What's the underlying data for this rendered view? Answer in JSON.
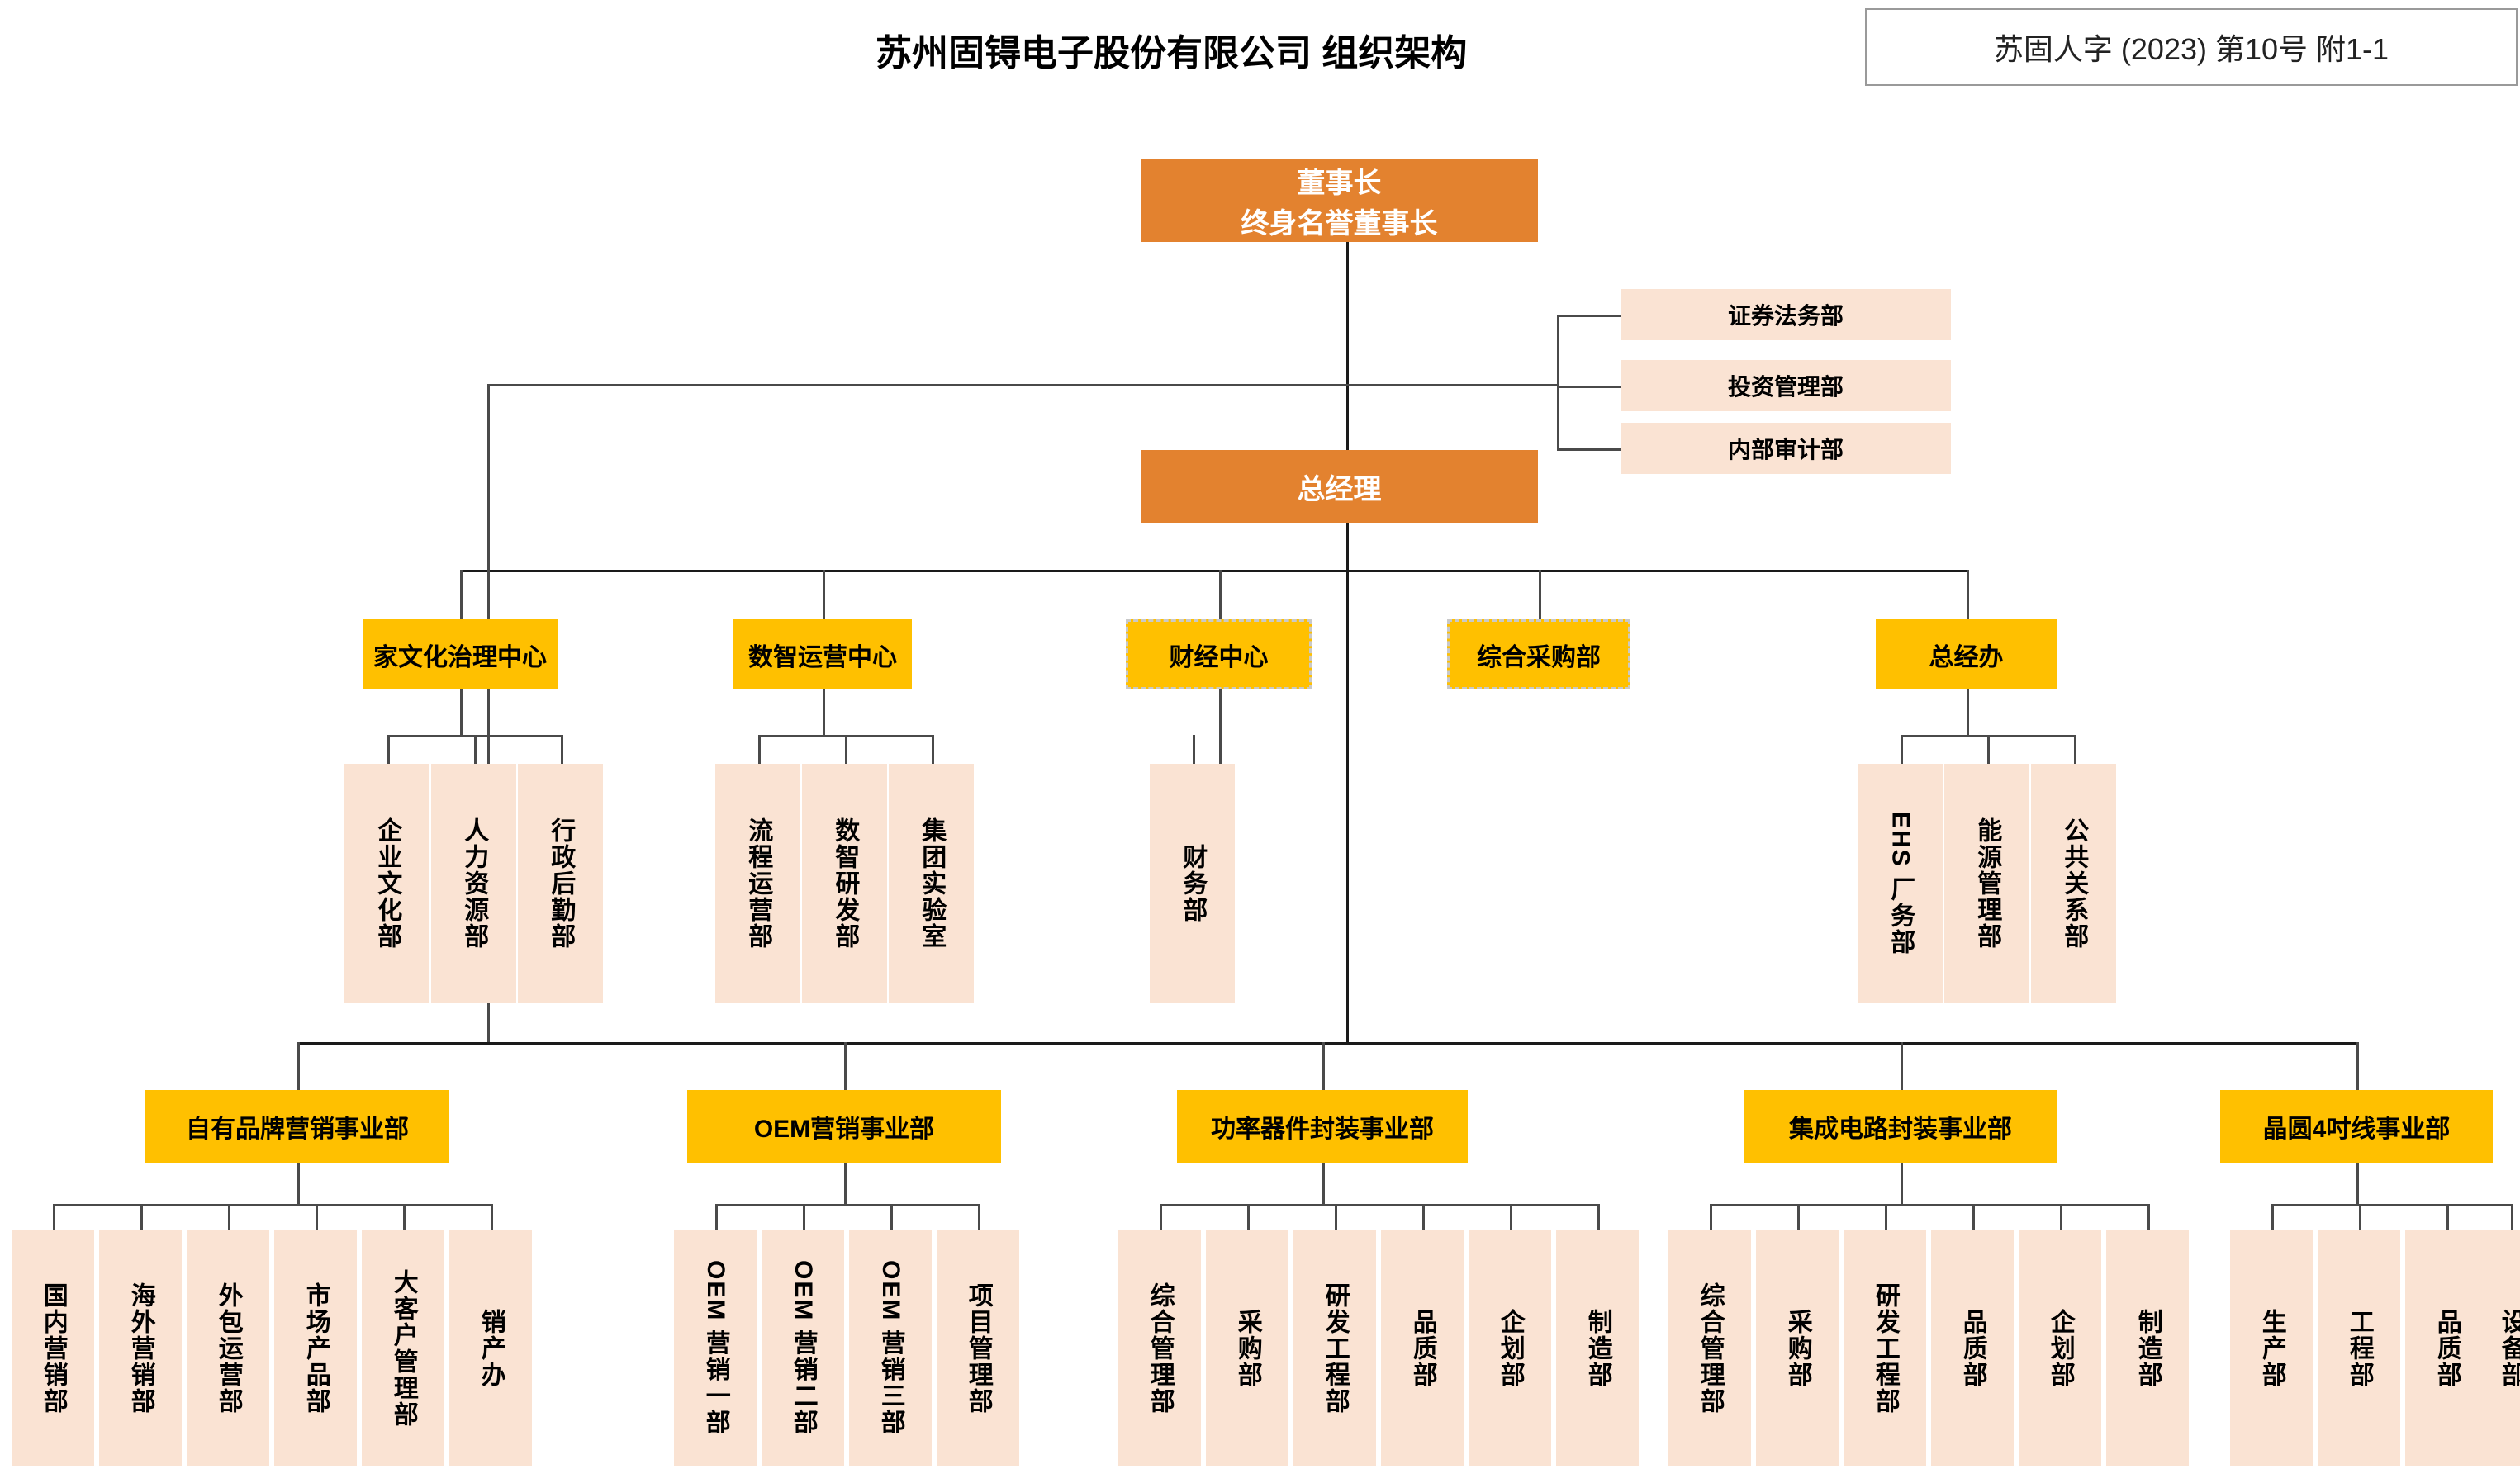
{
  "header": {
    "title": "苏州固锝电子股份有限公司 组织架构",
    "doc_ref": "苏固人字 (2023) 第10号 附1-1"
  },
  "colors": {
    "executive": "#E3822F",
    "center": "#FFC000",
    "department": "#FAE3D3",
    "connector": "#1a1a1a",
    "selection_border": "#c9c9c9"
  },
  "executives": {
    "chairman_line1": "董事长",
    "chairman_line2": "终身名誉董事长",
    "general_manager": "总经理"
  },
  "board_staff": [
    {
      "label": "证券法务部"
    },
    {
      "label": "投资管理部"
    },
    {
      "label": "内部审计部"
    }
  ],
  "centers": [
    {
      "label": "家文化治理中心",
      "selected": false,
      "departments": [
        {
          "label": "企业文化部"
        },
        {
          "label": "人力资源部"
        },
        {
          "label": "行政后勤部"
        }
      ]
    },
    {
      "label": "数智运营中心",
      "selected": false,
      "departments": [
        {
          "label": "流程运营部"
        },
        {
          "label": "数智研发部"
        },
        {
          "label": "集团实验室"
        }
      ]
    },
    {
      "label": "财经中心",
      "selected": true,
      "departments": [
        {
          "label": "财务部"
        }
      ]
    },
    {
      "label": "综合采购部",
      "selected": true,
      "departments": []
    },
    {
      "label": "总经办",
      "selected": false,
      "departments": [
        {
          "label": "EHS 厂务部"
        },
        {
          "label": "能源管理部"
        },
        {
          "label": "公共关系部"
        }
      ]
    }
  ],
  "business_units": [
    {
      "label": "自有品牌营销事业部",
      "departments": [
        {
          "label": "国内营销部"
        },
        {
          "label": "海外营销部"
        },
        {
          "label": "外包运营部"
        },
        {
          "label": "市场产品部"
        },
        {
          "label": "大客户管理部"
        },
        {
          "label": "销产办"
        }
      ]
    },
    {
      "label": "OEM营销事业部",
      "departments": [
        {
          "label": "OEM 营销一部"
        },
        {
          "label": "OEM 营销二部"
        },
        {
          "label": "OEM 营销三部"
        },
        {
          "label": "项目管理部"
        }
      ]
    },
    {
      "label": "功率器件封装事业部",
      "departments": [
        {
          "label": "综合管理部"
        },
        {
          "label": "采购部"
        },
        {
          "label": "研发工程部"
        },
        {
          "label": "品质部"
        },
        {
          "label": "企划部"
        },
        {
          "label": "制造部"
        }
      ]
    },
    {
      "label": "集成电路封装事业部",
      "departments": [
        {
          "label": "综合管理部"
        },
        {
          "label": "采购部"
        },
        {
          "label": "研发工程部"
        },
        {
          "label": "品质部"
        },
        {
          "label": "企划部"
        },
        {
          "label": "制造部"
        }
      ]
    },
    {
      "label": "晶圆4吋线事业部",
      "departments": [
        {
          "label": "生产部"
        },
        {
          "label": "工程部"
        },
        {
          "label": "品质部"
        },
        {
          "label": "设备部"
        }
      ]
    }
  ]
}
